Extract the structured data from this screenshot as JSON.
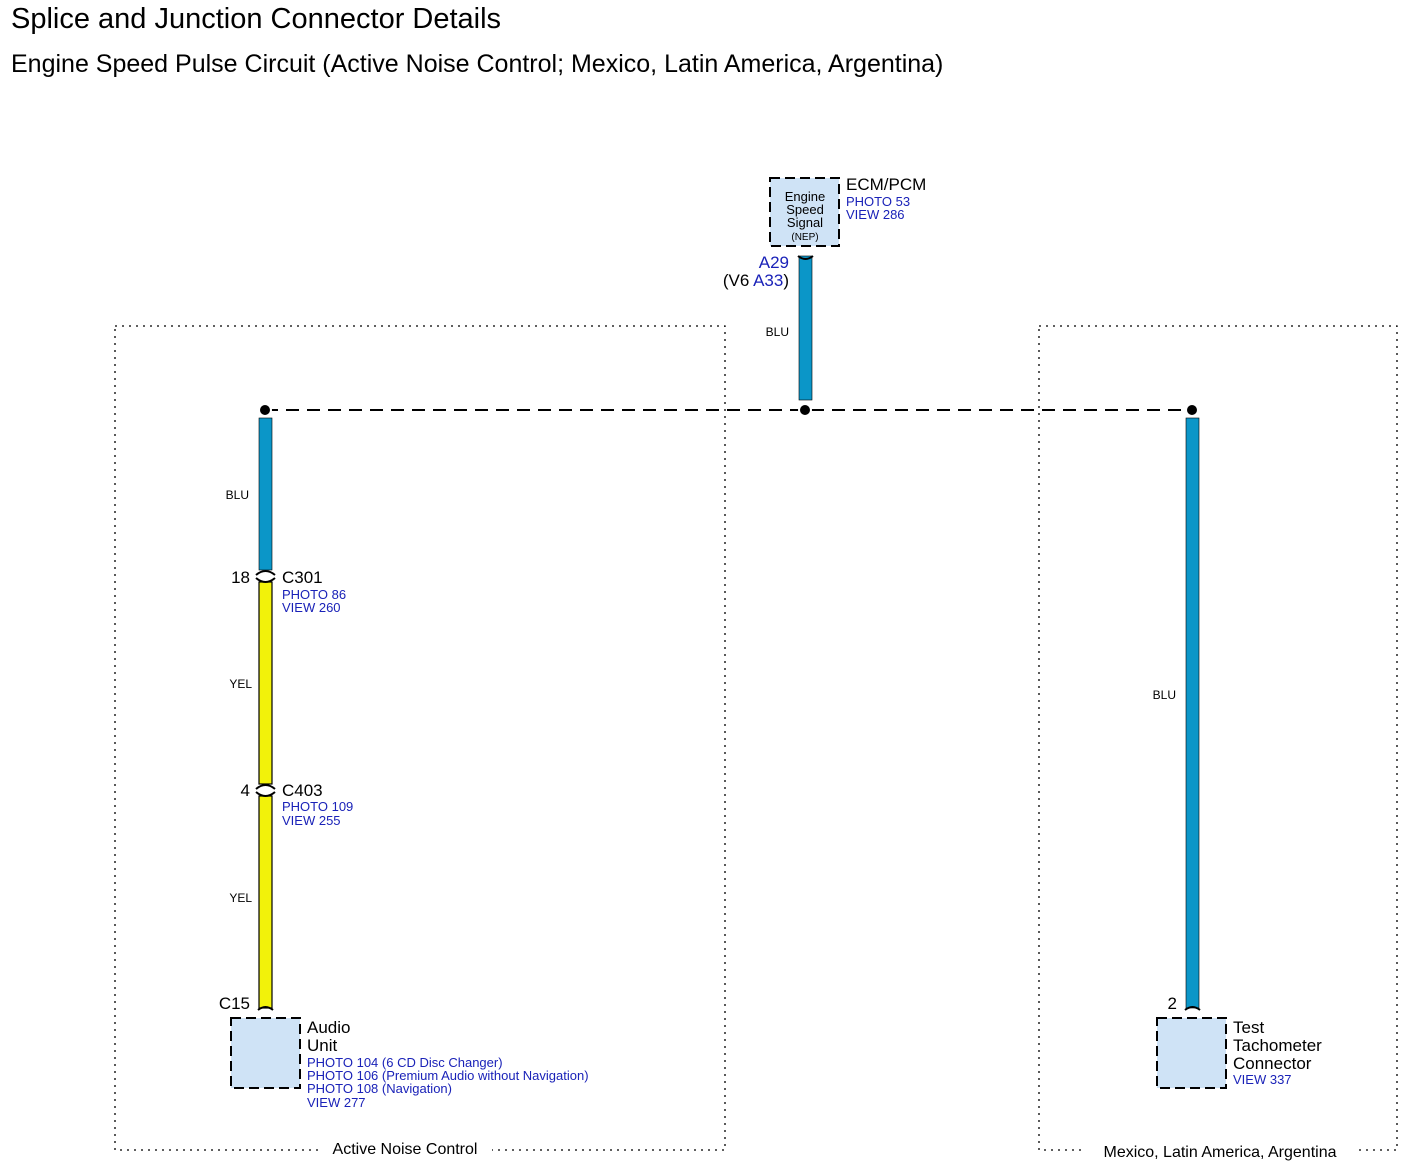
{
  "page": {
    "title": "Splice and Junction Connector Details",
    "subtitle": "Engine Speed Pulse Circuit (Active Noise Control; Mexico, Latin America, Argentina)"
  },
  "colors": {
    "wire_blu": "#0b96c8",
    "wire_yel": "#f2f20a",
    "component_fill": "#cfe3f6",
    "link_text": "#1a22b8"
  },
  "ecm": {
    "name": "ECM/PCM",
    "photo": "PHOTO 53",
    "view": "VIEW 286",
    "box_lines": [
      "Engine",
      "Speed",
      "Signal",
      "(NEP)"
    ],
    "pin": "A29",
    "alt_pin_prefix": "(V6 ",
    "alt_pin": "A33",
    "alt_pin_suffix": ")"
  },
  "wires": {
    "ecm_to_splice": "BLU",
    "left_upper": "BLU",
    "left_middle": "YEL",
    "left_lower": "YEL",
    "right": "BLU"
  },
  "connectors": {
    "c301": {
      "name": "C301",
      "pin": "18",
      "photo": "PHOTO 86",
      "view": "VIEW 260"
    },
    "c403": {
      "name": "C403",
      "pin": "4",
      "photo": "PHOTO 109",
      "view": "VIEW 255"
    }
  },
  "audio_unit": {
    "pin": "C15",
    "name_line1": "Audio",
    "name_line2": "Unit",
    "photo_1": "PHOTO 104 (6 CD Disc Changer)",
    "photo_2": "PHOTO 106 (Premium Audio without Navigation)",
    "photo_3": "PHOTO 108 (Navigation)",
    "view": "VIEW 277"
  },
  "test_tach": {
    "pin": "2",
    "name_line1": "Test",
    "name_line2": "Tachometer",
    "name_line3": "Connector",
    "view": "VIEW 337"
  },
  "regions": {
    "left": "Active Noise Control",
    "right": "Mexico, Latin America, Argentina"
  }
}
